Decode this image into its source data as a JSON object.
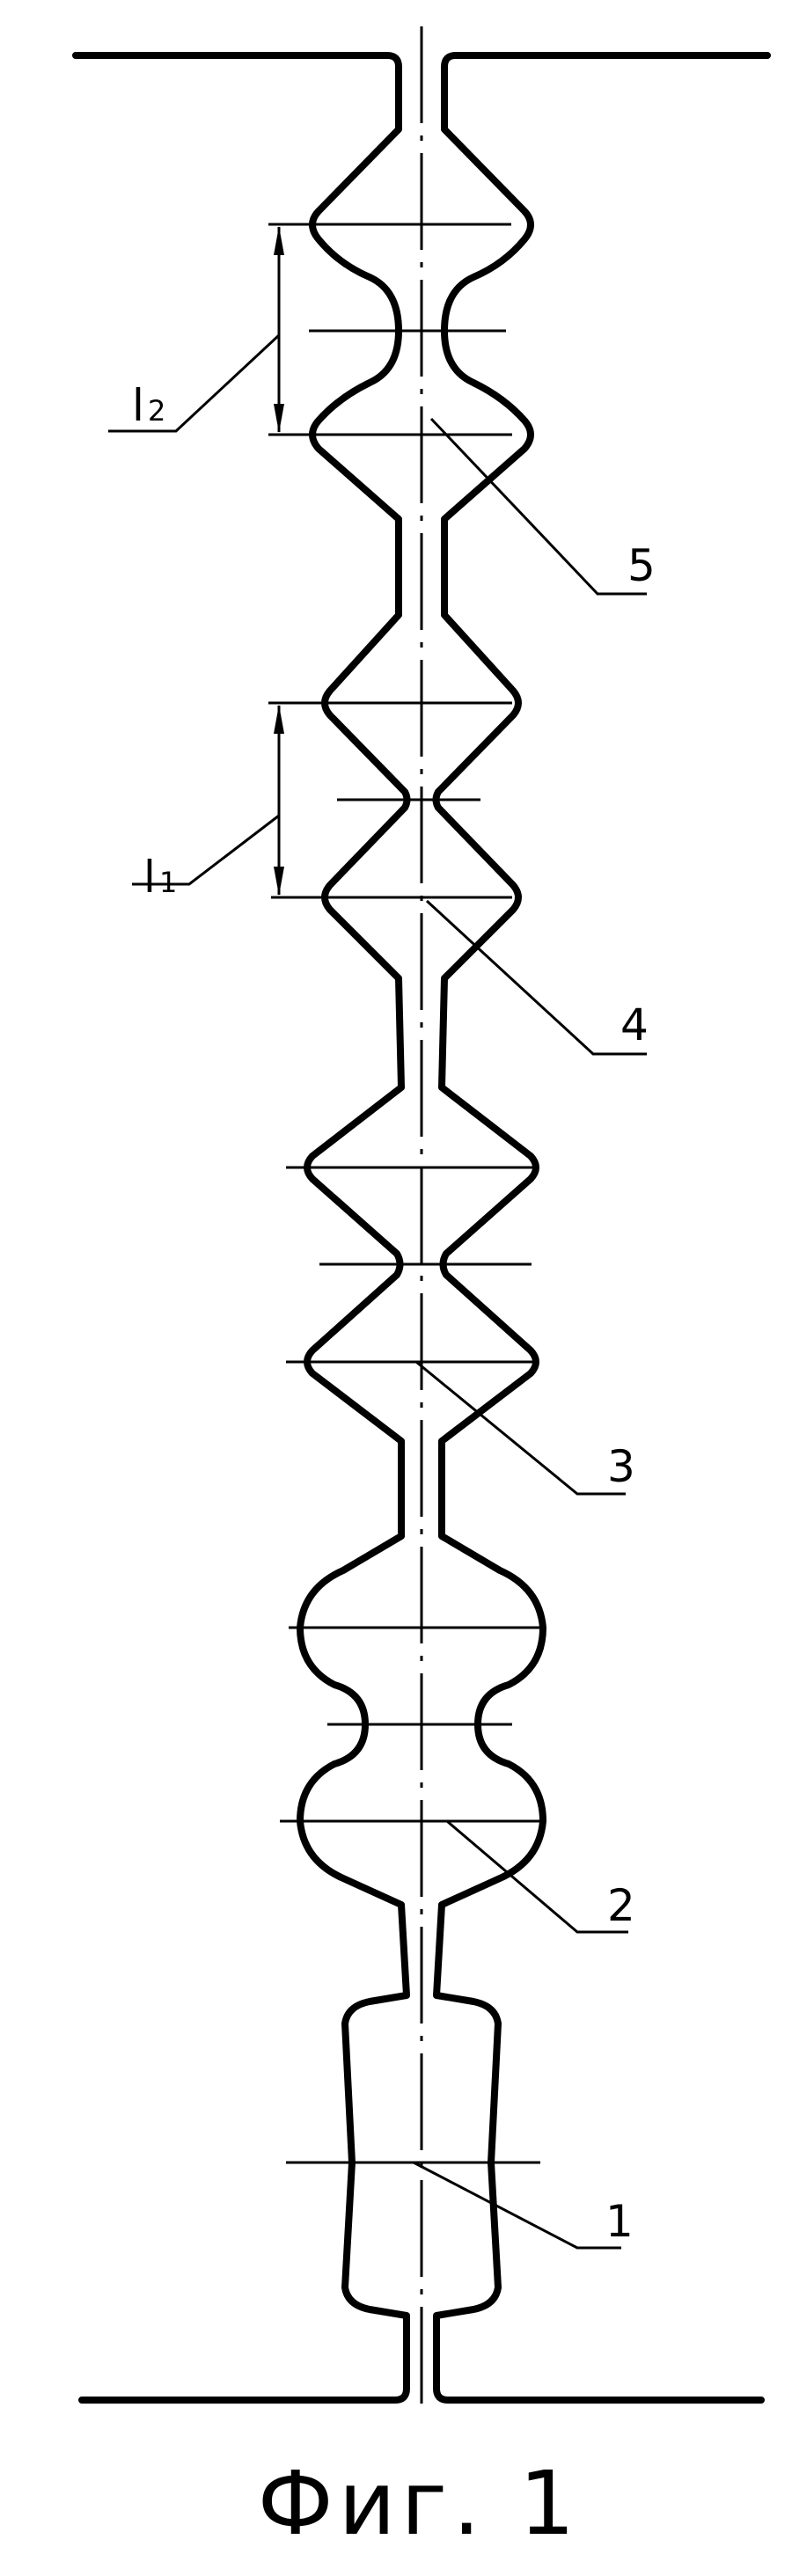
{
  "figure": {
    "caption": "Фиг. 1",
    "dimensions": {
      "l2": {
        "letter": "l",
        "subscript": "2"
      },
      "l1": {
        "letter": "l",
        "subscript": "1"
      }
    },
    "callouts": {
      "n1": "1",
      "n2": "2",
      "n3": "3",
      "n4": "4",
      "n5": "5"
    }
  }
}
